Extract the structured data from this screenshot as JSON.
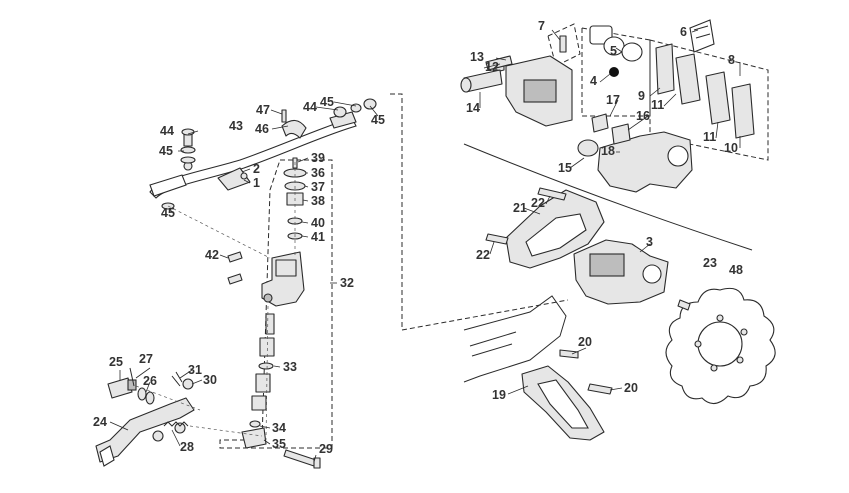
{
  "labels": {
    "l1": "1",
    "l2": "2",
    "l3": "3",
    "l4": "4",
    "l5": "5",
    "l6": "6",
    "l7": "7",
    "l8": "8",
    "l9": "9",
    "l10": "10",
    "l11a": "11",
    "l11b": "11",
    "l12": "12",
    "l13": "13",
    "l14": "14",
    "l15": "15",
    "l16": "16",
    "l17": "17",
    "l18": "18",
    "l19": "19",
    "l20a": "20",
    "l20b": "20",
    "l21": "21",
    "l22a": "22",
    "l22b": "22",
    "l23": "23",
    "l24": "24",
    "l25": "25",
    "l26": "26",
    "l27": "27",
    "l28": "28",
    "l29": "29",
    "l30": "30",
    "l31": "31",
    "l32": "32",
    "l33": "33",
    "l34": "34",
    "l35": "35",
    "l36": "36",
    "l37": "37",
    "l38": "38",
    "l39": "39",
    "l40": "40",
    "l41": "41",
    "l42": "42",
    "l43": "43",
    "l44a": "44",
    "l44b": "44",
    "l45a": "45",
    "l45b": "45",
    "l45c": "45",
    "l45d": "45",
    "l46": "46",
    "l47": "47",
    "l48": "48"
  },
  "colors": {
    "line": "#2b2b2b",
    "fill_light": "#e6e6e6",
    "fill_mid": "#bdbdbd",
    "label": "#333333"
  }
}
